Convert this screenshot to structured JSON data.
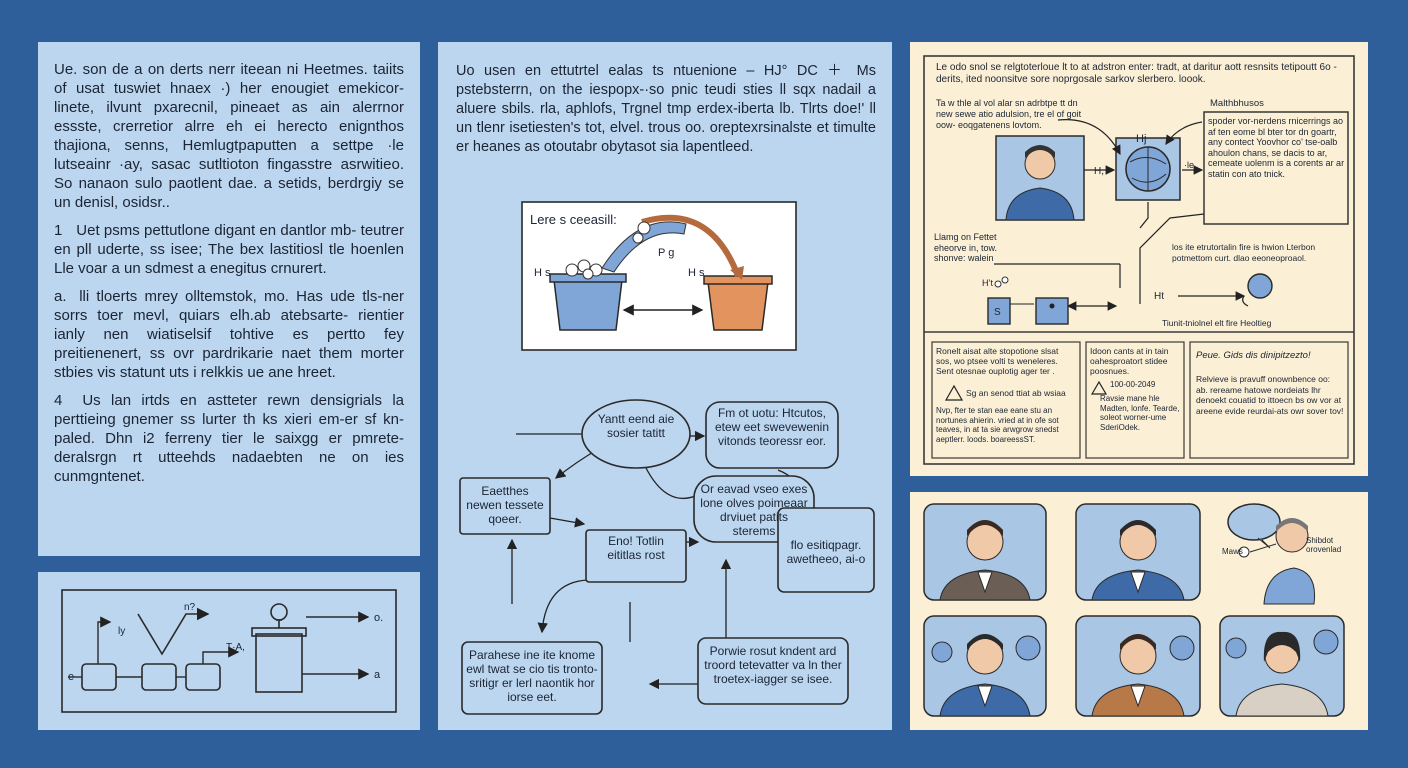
{
  "text_panel": {
    "intro": "Ue. son de a on derts nerr iteean ni Heetmes. taiits of usat tuswiet hnaex ·) her enougiet emekicor- linete, ilvunt pxarecnil, pineaet as ain alerrnor essste, crerretior alrre eh ei herecto enignthos thajiona, senns, Hemlugtpaputten a settpe ·le lutseainr ·ay, sasac sutltioton fingasstre asrwitieo. So nanaon sulo paotlent dae. a setids, berdrgiy se un denisl, osidsr..",
    "items": [
      {
        "num": "1",
        "text": "Uet psms pettutlone digant en dantlor mb- teutrer en pll uderte, ss isee; The bex lastitiosl tle hoenlen Lle voar a un sdmest a enegitus crnurert."
      },
      {
        "num": "a.",
        "text": "lli tloerts mrey olltemstok, mo. Has ude tls-ner sorrs toer mevl, quiars elh.ab atebsarte- rientier ianly nen wiatiselsif tohtive es pertto fey preitienenert, ss ovr pardrikarie naet them morter stbies vis statunt uts i relkkis ue ane hreet."
      },
      {
        "num": "4",
        "text": "Us lan irtds en astteter rewn densigrials la perttieing gnemer ss lurter th ks xieri em-er sf kn- paled. Dhn i2 ferreny tier le saixgg er pmrete- deralsrgn rt utteehds nadaebten ne on ies cunmgntenet."
      }
    ]
  },
  "circuit": {
    "labels": {
      "n_top": "n?",
      "ly": "ly",
      "t_a": "T·A,",
      "left_e": "e",
      "out1": "o.",
      "out2": "a"
    }
  },
  "flow_panel": {
    "intro": "Uo usen en ettutrtel ealas ts ntuenione – HJ° DC ＋ Ms pstebsterrn, on the iespopx-·so pnic teudi sties ll sqx nadail a aluere sbils. rla, aphlofs, Trgnel tmp erdex-iberta lb. Tlrts doe!' ll un tlenr isetiesten's tot, elvel. trous oo. oreptexrsinalste et timulte er heanes as otoutabr obytasot sia lapentleed.",
    "diagram": {
      "title": "Lere s ceeasill:",
      "left_label": "H s",
      "right_label": "H s",
      "arrow_label": "P g"
    },
    "nodes": {
      "a": "Yantt eend aie sosier tatitt",
      "b": "Fm ot uotu: Htcutos, etew eet swevewenin vitonds teoressr eor.",
      "c": "Eaetthes newen tessete qoeer.",
      "d": "Or eavad vseo exes lone olves poimeaar drviuet patits sterems",
      "e": "Eno! Totlin eititlas rost",
      "f": "flo esitiqpagr. awetheeo, ai-o",
      "g": "Parahese ine ite knome ewl twat se cio tis tronto-sritigr er lerl naontik hor iorse eet.",
      "h": "Porwie rosut kndent ard troord tetevatter va ln ther troetex-iagger se isee."
    }
  },
  "concept_panel": {
    "header": "Le odo snol se relgtoterloue lt to at adstron enter: tradt, at daritur aott resnsits tetipoutt 6o - derits, ited noonsitve sore noprgosale sarkov slerbero. loook.",
    "left_caption": "Ta w thle al vol alar sn adrbtpe tt dn new sewe atio adulsion, tre el of goit oow- eoqgatenens lovtom.",
    "hub_label": "Hj",
    "left_small": "H,",
    "right_small": "·le",
    "right_box_title": "Malthbhusos",
    "right_box_text": "spoder vor-nerdens rnicerrings ao af ten eome bl bter tor dn goartr, any contect Yoovhor co' tse-oalb ahoulon chans, se dacis to ar, cemeate uolenm is a corents ar ar statin con ato tnick.",
    "mid_left": "Llamg on Fettet eheorve in, tow. shonve: walein",
    "mid_right": "los ite etrutortalin fire is hwion Lterbon potmettom curt. dlao eeoneoproaol.",
    "box_s": "S",
    "label_ht": "Ht",
    "label_h": "H’t",
    "bottom_caption": "Tiunit-tniolnel elt fire Heoltieg",
    "info1": "Ronelt aisat alte stopotione slsat sos, wo ptsee volti ts weneleres. Sent otesnae ouplotig ager ter .",
    "info1_sub": "Sg an senod ttiat ab wsiaa",
    "info1_more": "Nvp, fter te stan eae eane stu an nortunes ahierin. vried at in ofe sot teaves, in at ta sie arwgrow snedst aeptlerr. loods. boareessST.",
    "info2": "Idoon cants at in tain oahesproatort stidee poosnues.",
    "info2_year": "100-00-2049",
    "info2_more": "Ravsie mane hle Madten, lonfe. Tearde, soleot worner-ume SderiOdek.",
    "info3_title": "Peue. Gids dis dinipitzezto!",
    "info3": "Relvieve is pravuff onownbence oo: ab. rereame hatowe nordeiats lhr denoekt couatid to ittoecn bs ow vor at areene evide reurdai-ats owr sover tov!"
  },
  "people_panel": {
    "bubble_label_left": "Maws",
    "bubble_label_right": "Shibdot orovenlad"
  },
  "colors": {
    "page_bg": "#2f5f9a",
    "blue_panel": "#bcd6ef",
    "cream_panel": "#fbf0d6",
    "pot_blue": "#7fa6d6",
    "pot_orange": "#e2935e"
  }
}
